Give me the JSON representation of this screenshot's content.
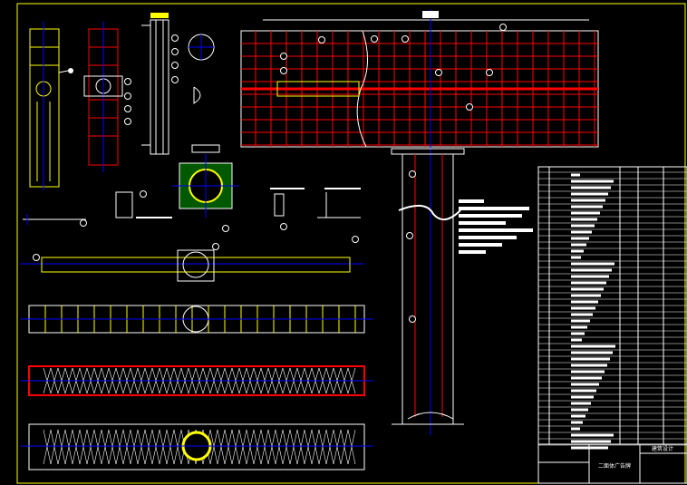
{
  "title_block": {
    "project_title": "二面体广告牌",
    "header_cell": "建筑设计"
  },
  "colors": {
    "background": "#000000",
    "frame": "#FFFF00",
    "steel": "#FFFFFF",
    "grid": "#FF0000",
    "axis": "#0000FF",
    "fill": "#FFFF00",
    "green": "#00FF00"
  },
  "callouts": {
    "count_rows": 44
  }
}
